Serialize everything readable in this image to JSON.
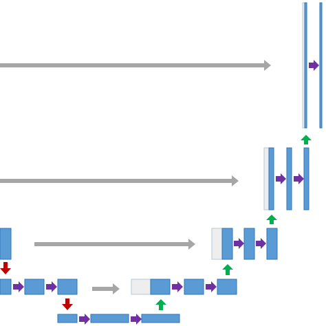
{
  "colors": {
    "block_fill": "#5b9bd5",
    "block_stroke": "#2e75b6",
    "concat_fill": "#eeeeee",
    "concat_stroke": "#b7c7d6",
    "conv_arrow": "#7030a0",
    "skip_arrow": "#a6a6a6",
    "pool_arrow": "#c00000",
    "upconv_arrow": "#00b050",
    "background": "#ffffff"
  },
  "legend": [],
  "diagram": {
    "type": "unet-architecture",
    "levels": 5,
    "arrow_kinds": [
      "conv",
      "skip-copy",
      "max-pool",
      "up-conv"
    ]
  }
}
